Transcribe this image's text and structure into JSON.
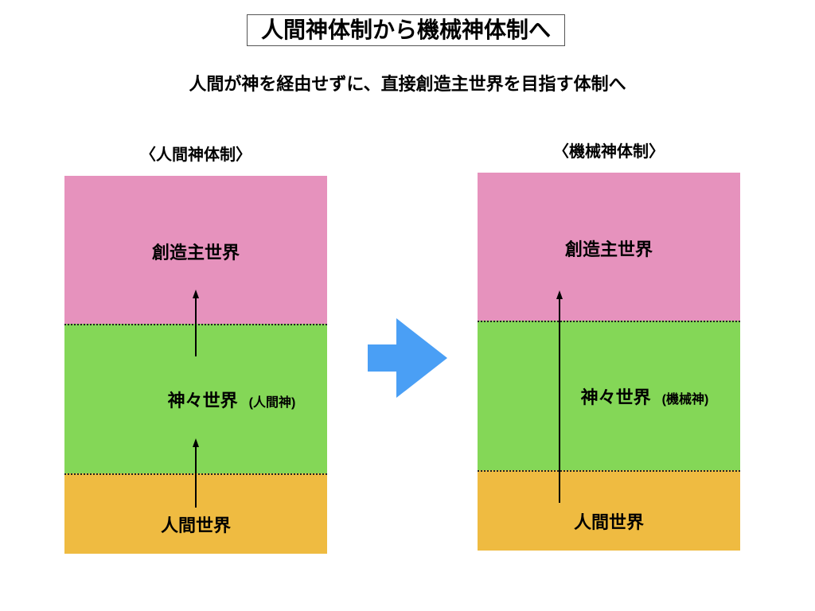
{
  "title": "人間神体制から機械神体制へ",
  "subtitle": "人間が神を経由せずに、直接創造主世界を目指す体制へ",
  "left": {
    "header": "〈人間神体制〉",
    "creator": "創造主世界",
    "gods": "神々世界",
    "gods_note": "(人間神)",
    "human": "人間世界"
  },
  "right": {
    "header": "〈機械神体制〉",
    "creator": "創造主世界",
    "gods": "神々世界",
    "gods_note": "(機械神)",
    "human": "人間世界"
  },
  "colors": {
    "creator": "#e692bd",
    "gods": "#84d757",
    "human": "#efbb41",
    "arrow": "#4a9ff5"
  }
}
